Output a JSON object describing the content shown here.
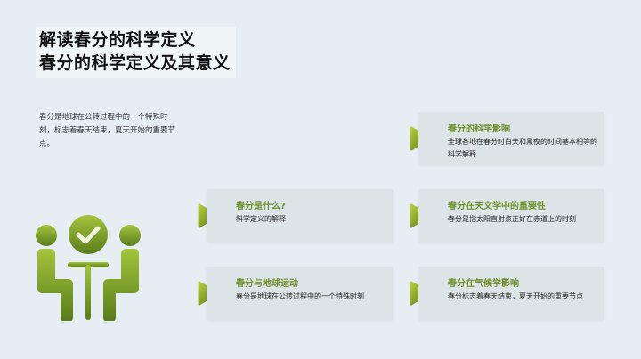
{
  "slide": {
    "title_line1": "解读春分的科学定义",
    "title_line2": "春分的科学定义及其意义",
    "intro_text": "春分是地球在公转过程中的一个特殊时刻，标志着春天结束，夏天开始的重要节点。"
  },
  "cards": [
    {
      "title": "春分是什么?",
      "desc": "科学定义的解释"
    },
    {
      "title": "春分与地球运动",
      "desc": "春分是地球在公转过程中的一个特殊时刻"
    },
    {
      "title": "春分的科学影响",
      "desc": "全球各地在春分时白天和黑夜的时间基本相等的科学解释"
    },
    {
      "title": "春分在天文学中的重要性",
      "desc": "春分是指太阳直射点正好在赤道上的时刻"
    },
    {
      "title": "春分在气候学影响",
      "desc": "春分标志着春天结束，夏天开始的重要节点"
    }
  ],
  "icons": {
    "illustration": "meeting-people-check-icon",
    "card_marker": "play-triangle-icon"
  },
  "colors": {
    "background": "#e6eef4",
    "card_bg": "#dce4e7",
    "accent_green": "#6e8f2a",
    "accent_light": "#a4c23a"
  }
}
